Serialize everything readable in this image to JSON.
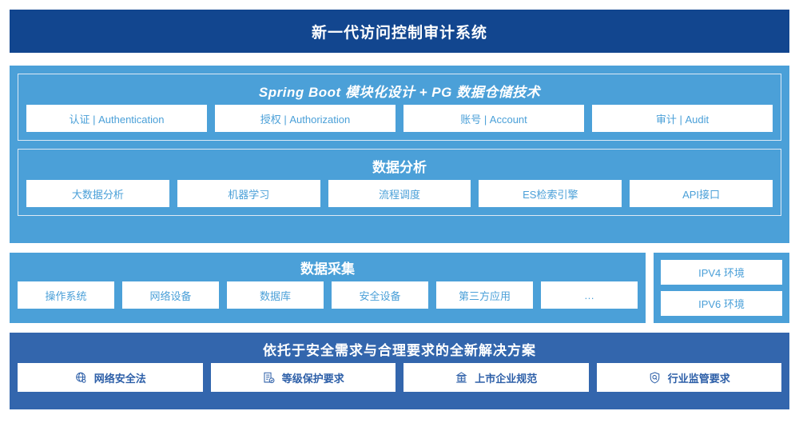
{
  "header": {
    "title": "新一代访问控制审计系统"
  },
  "architecture": {
    "platform": {
      "title": "Spring Boot 模块化设计 + PG 数据仓储技术",
      "chips": [
        {
          "label": "认证 | Authentication"
        },
        {
          "label": "授权 | Authorization"
        },
        {
          "label": "账号 | Account"
        },
        {
          "label": "审计 | Audit"
        }
      ]
    },
    "analysis": {
      "title": "数据分析",
      "chips": [
        {
          "label": "大数据分析"
        },
        {
          "label": "机器学习"
        },
        {
          "label": "流程调度"
        },
        {
          "label": "ES检索引擎"
        },
        {
          "label": "API接口"
        }
      ]
    }
  },
  "collection": {
    "title": "数据采集",
    "chips": [
      {
        "label": "操作系统"
      },
      {
        "label": "网络设备"
      },
      {
        "label": "数据库"
      },
      {
        "label": "安全设备"
      },
      {
        "label": "第三方应用"
      },
      {
        "label": "…"
      }
    ]
  },
  "environment": {
    "chips": [
      {
        "label": "IPV4 环境"
      },
      {
        "label": "IPV6 环境"
      }
    ]
  },
  "solution": {
    "title": "依托于安全需求与合理要求的全新解决方案",
    "chips": [
      {
        "label": "网络安全法",
        "icon": "globe-icon"
      },
      {
        "label": "等级保护要求",
        "icon": "document-check-icon"
      },
      {
        "label": "上市企业规范",
        "icon": "bank-icon"
      },
      {
        "label": "行业监管要求",
        "icon": "shield-search-icon"
      }
    ]
  },
  "colors": {
    "header_bg": "#12468f",
    "panel_bg": "#4ba0d8",
    "solution_bg": "#3366ad",
    "chip_bg": "#ffffff",
    "chip_text": "#4ba0d8",
    "solution_chip_text": "#2d5fa8",
    "inner_border": "#dce9f5"
  }
}
